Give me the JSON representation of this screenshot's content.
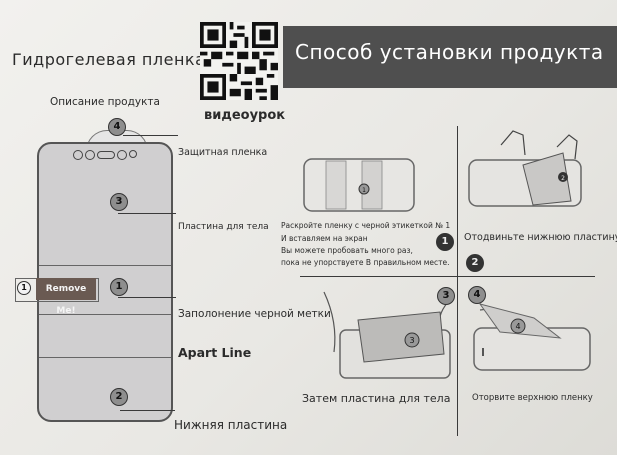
{
  "header": {
    "product_name": "Гидрогелевая пленка",
    "video_label": "видеоурок",
    "title": "Способ установки продукта"
  },
  "diagram": {
    "description_label": "Описание продукта",
    "protective_film": "Защитная пленка",
    "body_plate": "Пластина для тела",
    "black_tag_fill": "Заполонение черной метки",
    "apart_line": "Apart Line",
    "bottom_plate": "Нижняя пластина",
    "remove_tag": "Remove Me!",
    "remove_num": "1"
  },
  "steps": {
    "step1_text": "Раскройте пленку с черной этикеткой № 1",
    "step1_text2": "И вставляем на экран",
    "step1_text3": "Вы можете пробовать много раз,",
    "step1_text4": "пока не упорствуете В правильном месте.",
    "step2_text": "Отодвиньте нижнюю пластину",
    "step3_text": "Затем пластина для тела",
    "step4_text": "Оторвите верхнюю пленку"
  },
  "numbers": {
    "n1": "1",
    "n2": "2",
    "n3": "3",
    "n4": "4"
  }
}
